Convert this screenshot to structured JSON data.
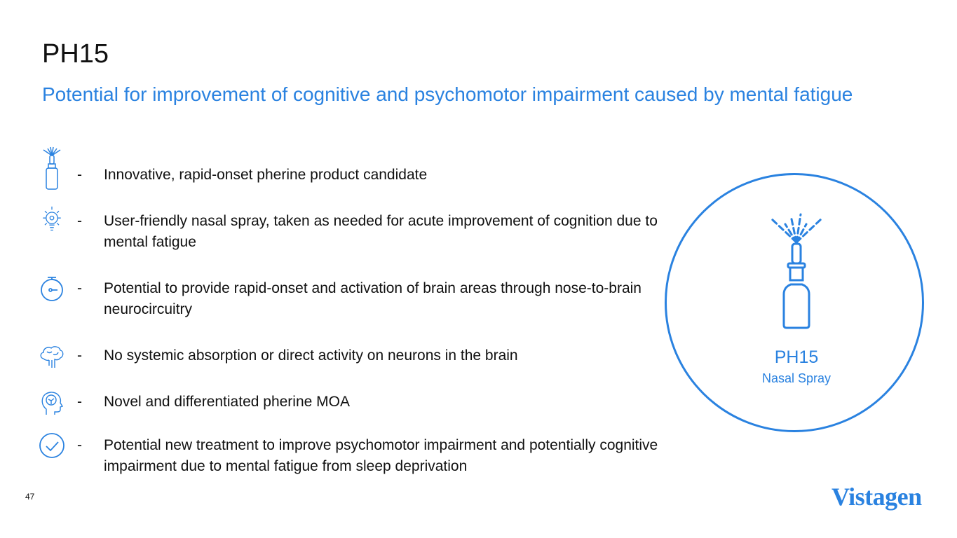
{
  "slide": {
    "title": "PH15",
    "subtitle": "Potential for improvement of cognitive and psychomotor impairment caused by mental fatigue",
    "page_number": "47",
    "logo": "Vistagen",
    "accent_color": "#2a82e0"
  },
  "bullets": [
    {
      "dash": "-",
      "icon": "nasal-spray-icon",
      "text": "Innovative, rapid-onset pherine product candidate"
    },
    {
      "dash": "-",
      "icon": "lightbulb-gear-icon",
      "text": "User-friendly nasal spray, taken as needed for acute improvement of cognition due to mental fatigue"
    },
    {
      "dash": "-",
      "icon": "stopwatch-icon",
      "text": "Potential to provide rapid-onset and activation of brain areas through nose-to-brain neurocircuitry"
    },
    {
      "dash": "-",
      "icon": "brain-icon",
      "text": "No systemic absorption or direct activity on neurons in the brain"
    },
    {
      "dash": "-",
      "icon": "head-brain-icon",
      "text": "Novel and differentiated pherine MOA"
    },
    {
      "dash": "-",
      "icon": "checkmark-circle-icon",
      "text": "Potential new treatment to improve psychomotor impairment and potentially cognitive impairment due to mental fatigue from sleep deprivation"
    }
  ],
  "product": {
    "name": "PH15",
    "form": "Nasal Spray"
  }
}
